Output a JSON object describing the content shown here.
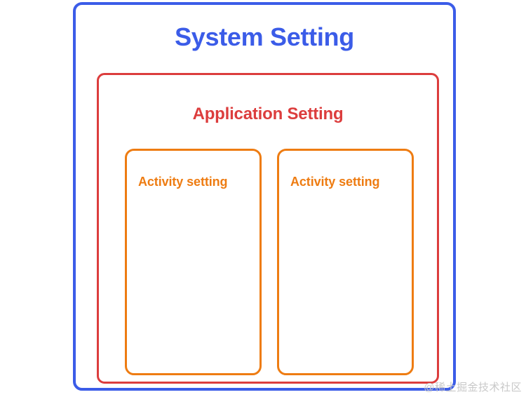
{
  "diagram": {
    "type": "nested-boxes",
    "background": "#ffffff",
    "levels": [
      {
        "id": "system",
        "title": "System Setting",
        "color": "#3b5ce8",
        "title_align": "center"
      },
      {
        "id": "application",
        "title": "Application Setting",
        "color": "#dc3d3d",
        "title_align": "center"
      }
    ],
    "activities": [
      {
        "id": "activity-1",
        "title": "Activity setting",
        "color": "#ee7c12",
        "title_align": "left"
      },
      {
        "id": "activity-2",
        "title": "Activity setting",
        "color": "#ee7c12",
        "title_align": "left"
      }
    ]
  },
  "watermark": {
    "text": "@稀土掘金技术社区",
    "color": "#c9c9c9"
  }
}
